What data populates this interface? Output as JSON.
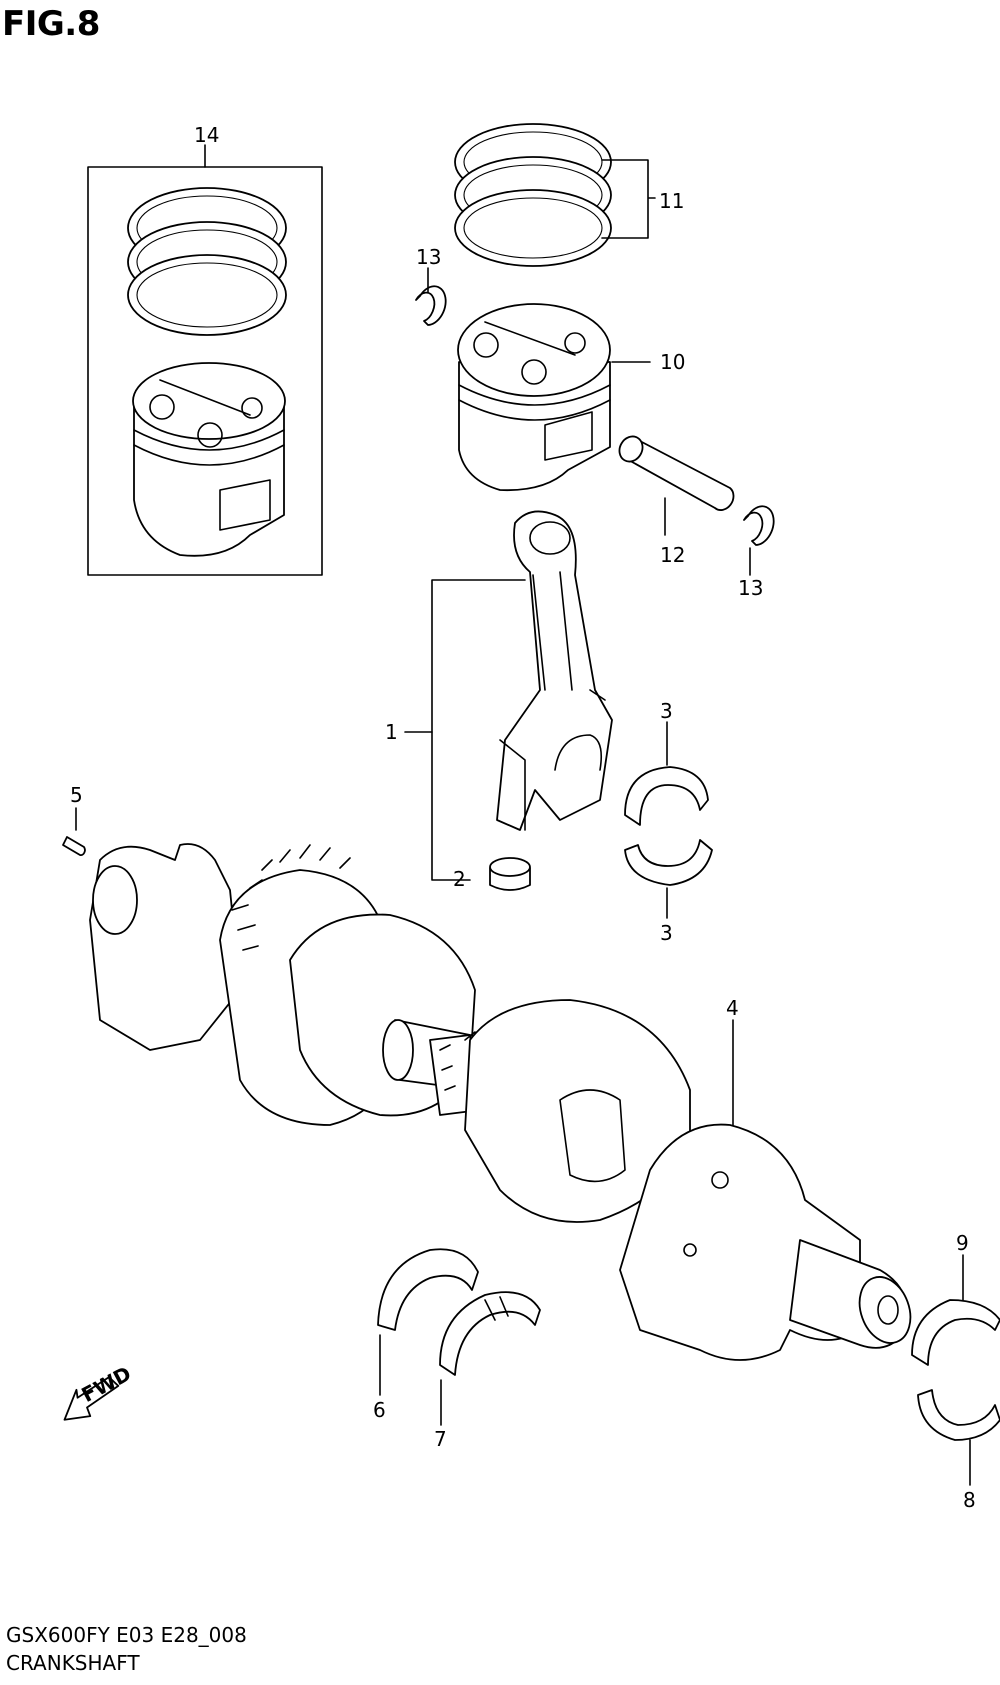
{
  "figure": {
    "title": "FIG.8"
  },
  "footer": {
    "code": "GSX600FY E03 E28_008",
    "name": "CRANKSHAFT"
  },
  "fwd_label": "FWD",
  "callouts": {
    "c1": "1",
    "c2": "2",
    "c3a": "3",
    "c3b": "3",
    "c4": "4",
    "c5": "5",
    "c6": "6",
    "c7": "7",
    "c8": "8",
    "c9": "9",
    "c10": "10",
    "c11": "11",
    "c12": "12",
    "c13a": "13",
    "c13b": "13",
    "c14": "14"
  },
  "icons": {
    "fwd": "fwd-arrow-icon"
  }
}
